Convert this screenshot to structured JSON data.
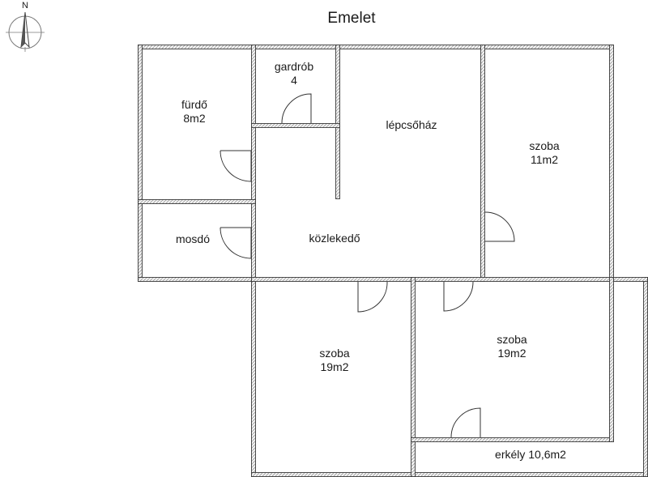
{
  "plan": {
    "title": "Emelet",
    "compass_letter": "N",
    "rooms": [
      {
        "id": "furdo",
        "name": "fürdő",
        "area": "8m2"
      },
      {
        "id": "gardrob",
        "name": "gardrób",
        "area": "4"
      },
      {
        "id": "lepcsohaz",
        "name": "lépcsőház",
        "area": ""
      },
      {
        "id": "szoba-ne",
        "name": "szoba",
        "area": "11m2"
      },
      {
        "id": "mosdo",
        "name": "mosdó",
        "area": ""
      },
      {
        "id": "kozlekedo",
        "name": "közlekedő",
        "area": ""
      },
      {
        "id": "szoba-sw",
        "name": "szoba",
        "area": "19m2"
      },
      {
        "id": "szoba-se",
        "name": "szoba",
        "area": "19m2"
      },
      {
        "id": "erkely",
        "name": "erkély 10,6m2",
        "area": ""
      }
    ]
  }
}
